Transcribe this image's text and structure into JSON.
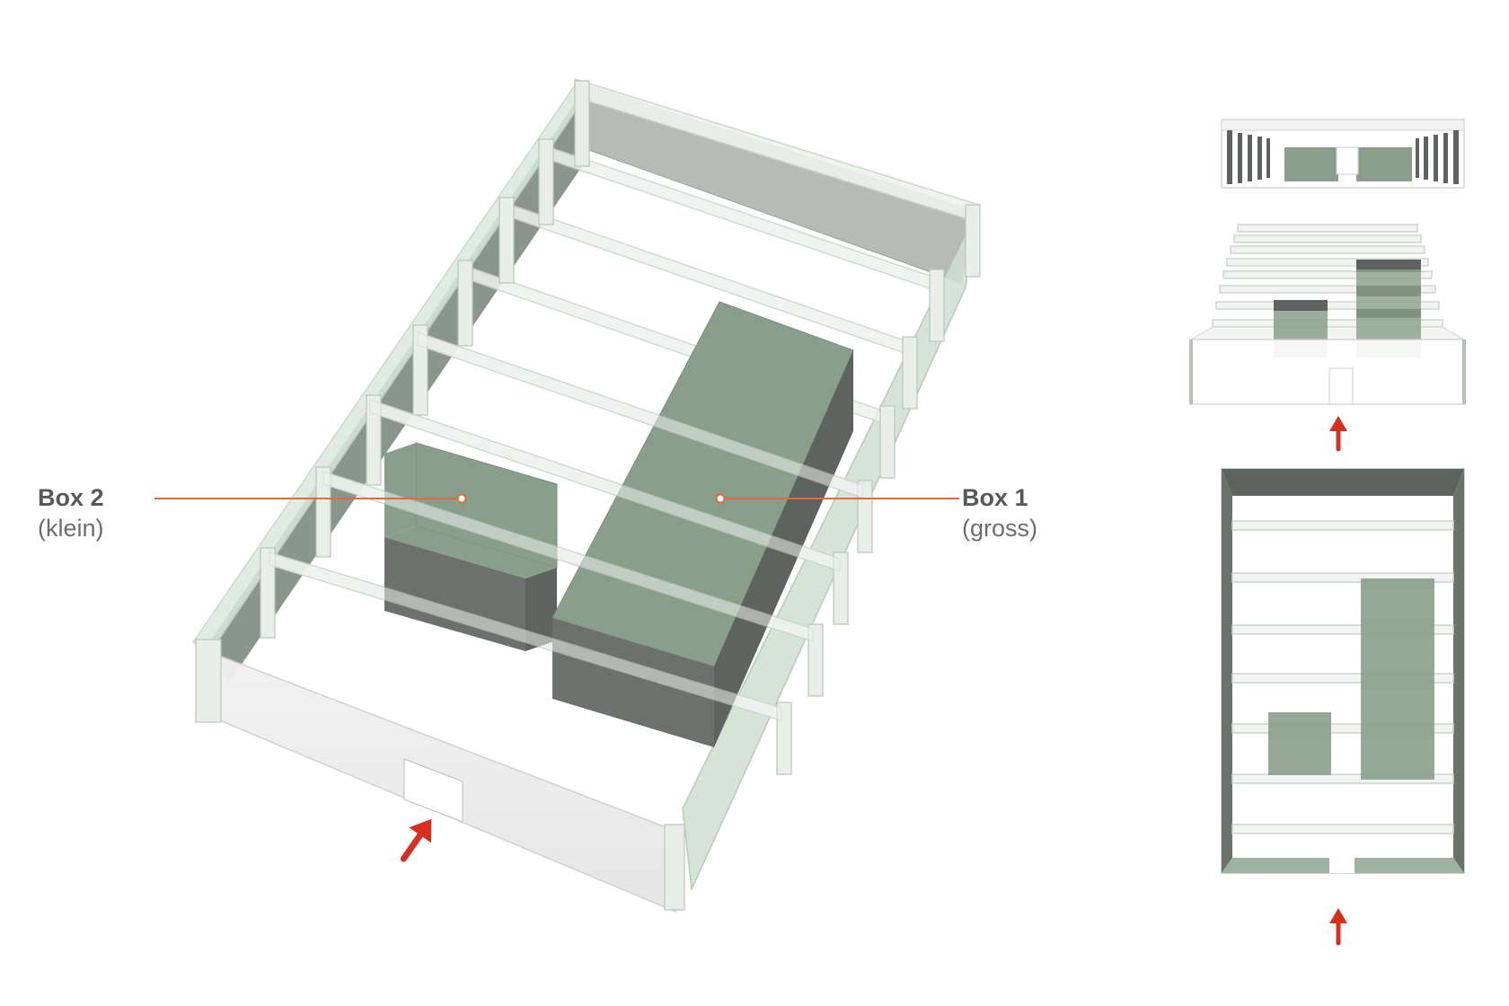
{
  "labels": {
    "box2": {
      "name": "Box 2",
      "size": "(klein)"
    },
    "box1": {
      "name": "Box 1",
      "size": "(gross)"
    }
  },
  "colors": {
    "box_top": "#8a9f8b",
    "box_side_dark": "#5e6360",
    "box_side_mid": "#6c716d",
    "frame_glass": "#d6e5d8",
    "frame_glass_dark": "#9fb3a3",
    "wall_gray": "#b5bbb5",
    "arrow_red": "#d4301f",
    "leader_orange": "#e06a3c"
  },
  "icons": {
    "entrance_arrow": "arrow-up-icon"
  },
  "views": [
    "perspective",
    "front-elevation",
    "section-view",
    "plan-view"
  ]
}
